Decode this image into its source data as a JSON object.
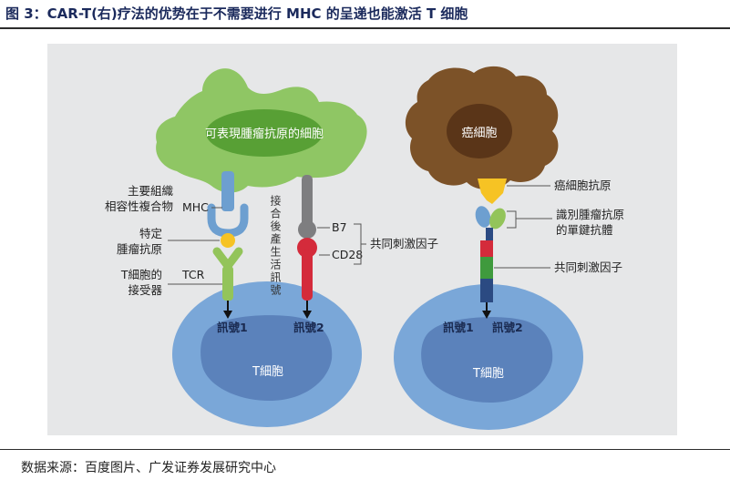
{
  "figure": {
    "title": "图 3：CAR-T(右)疗法的优势在于不需要进行 MHC 的呈递也能激活 T 细胞",
    "source": "数据来源：百度图片、广发证券发展研究中心"
  },
  "left_panel": {
    "tumor_cell_label": "可表現腫瘤抗原的細胞",
    "mhc_desc_line1": "主要組織",
    "mhc_desc_line2": "相容性複合物",
    "mhc_label": "MHC",
    "antigen_desc_line1": "特定",
    "antigen_desc_line2": "腫瘤抗原",
    "tcr_desc_line1": "T細胞的",
    "tcr_desc_line2": "接受器",
    "tcr_label": "TCR",
    "costim_vertical_label": "接合後產生活訊號",
    "b7_label": "B7",
    "cd28_label": "CD28",
    "costim_factor_label": "共同刺激因子",
    "signal1_label": "訊號1",
    "signal2_label": "訊號2",
    "t_cell_label": "T細胞"
  },
  "right_panel": {
    "cancer_cell_label": "癌細胞",
    "cancer_antigen_label": "癌細胞抗原",
    "antibody_label_line1": "識別腫瘤抗原",
    "antibody_label_line2": "的單鍵抗體",
    "costim_factor_label": "共同刺激因子",
    "signal1_label": "訊號1",
    "signal2_label": "訊號2",
    "t_cell_label": "T細胞"
  },
  "colors": {
    "panel_bg": "#e6e7e8",
    "tumor_cell": "#8fc664",
    "tumor_nucleus": "#58a035",
    "cancer_cell": "#7c5228",
    "cancer_nucleus": "#5a3518",
    "t_cell_outer": "#7aa7d8",
    "t_cell_inner": "#5b82bb",
    "mhc_blue": "#6d9fd0",
    "antigen_yellow": "#f6c324",
    "tcr_green": "#93c45a",
    "b7_gray": "#7e7e80",
    "cd28_red": "#d42b3b",
    "car_dark_blue": "#2b4a82",
    "car_green": "#3f9a3d",
    "title_navy": "#1b2a5c"
  }
}
